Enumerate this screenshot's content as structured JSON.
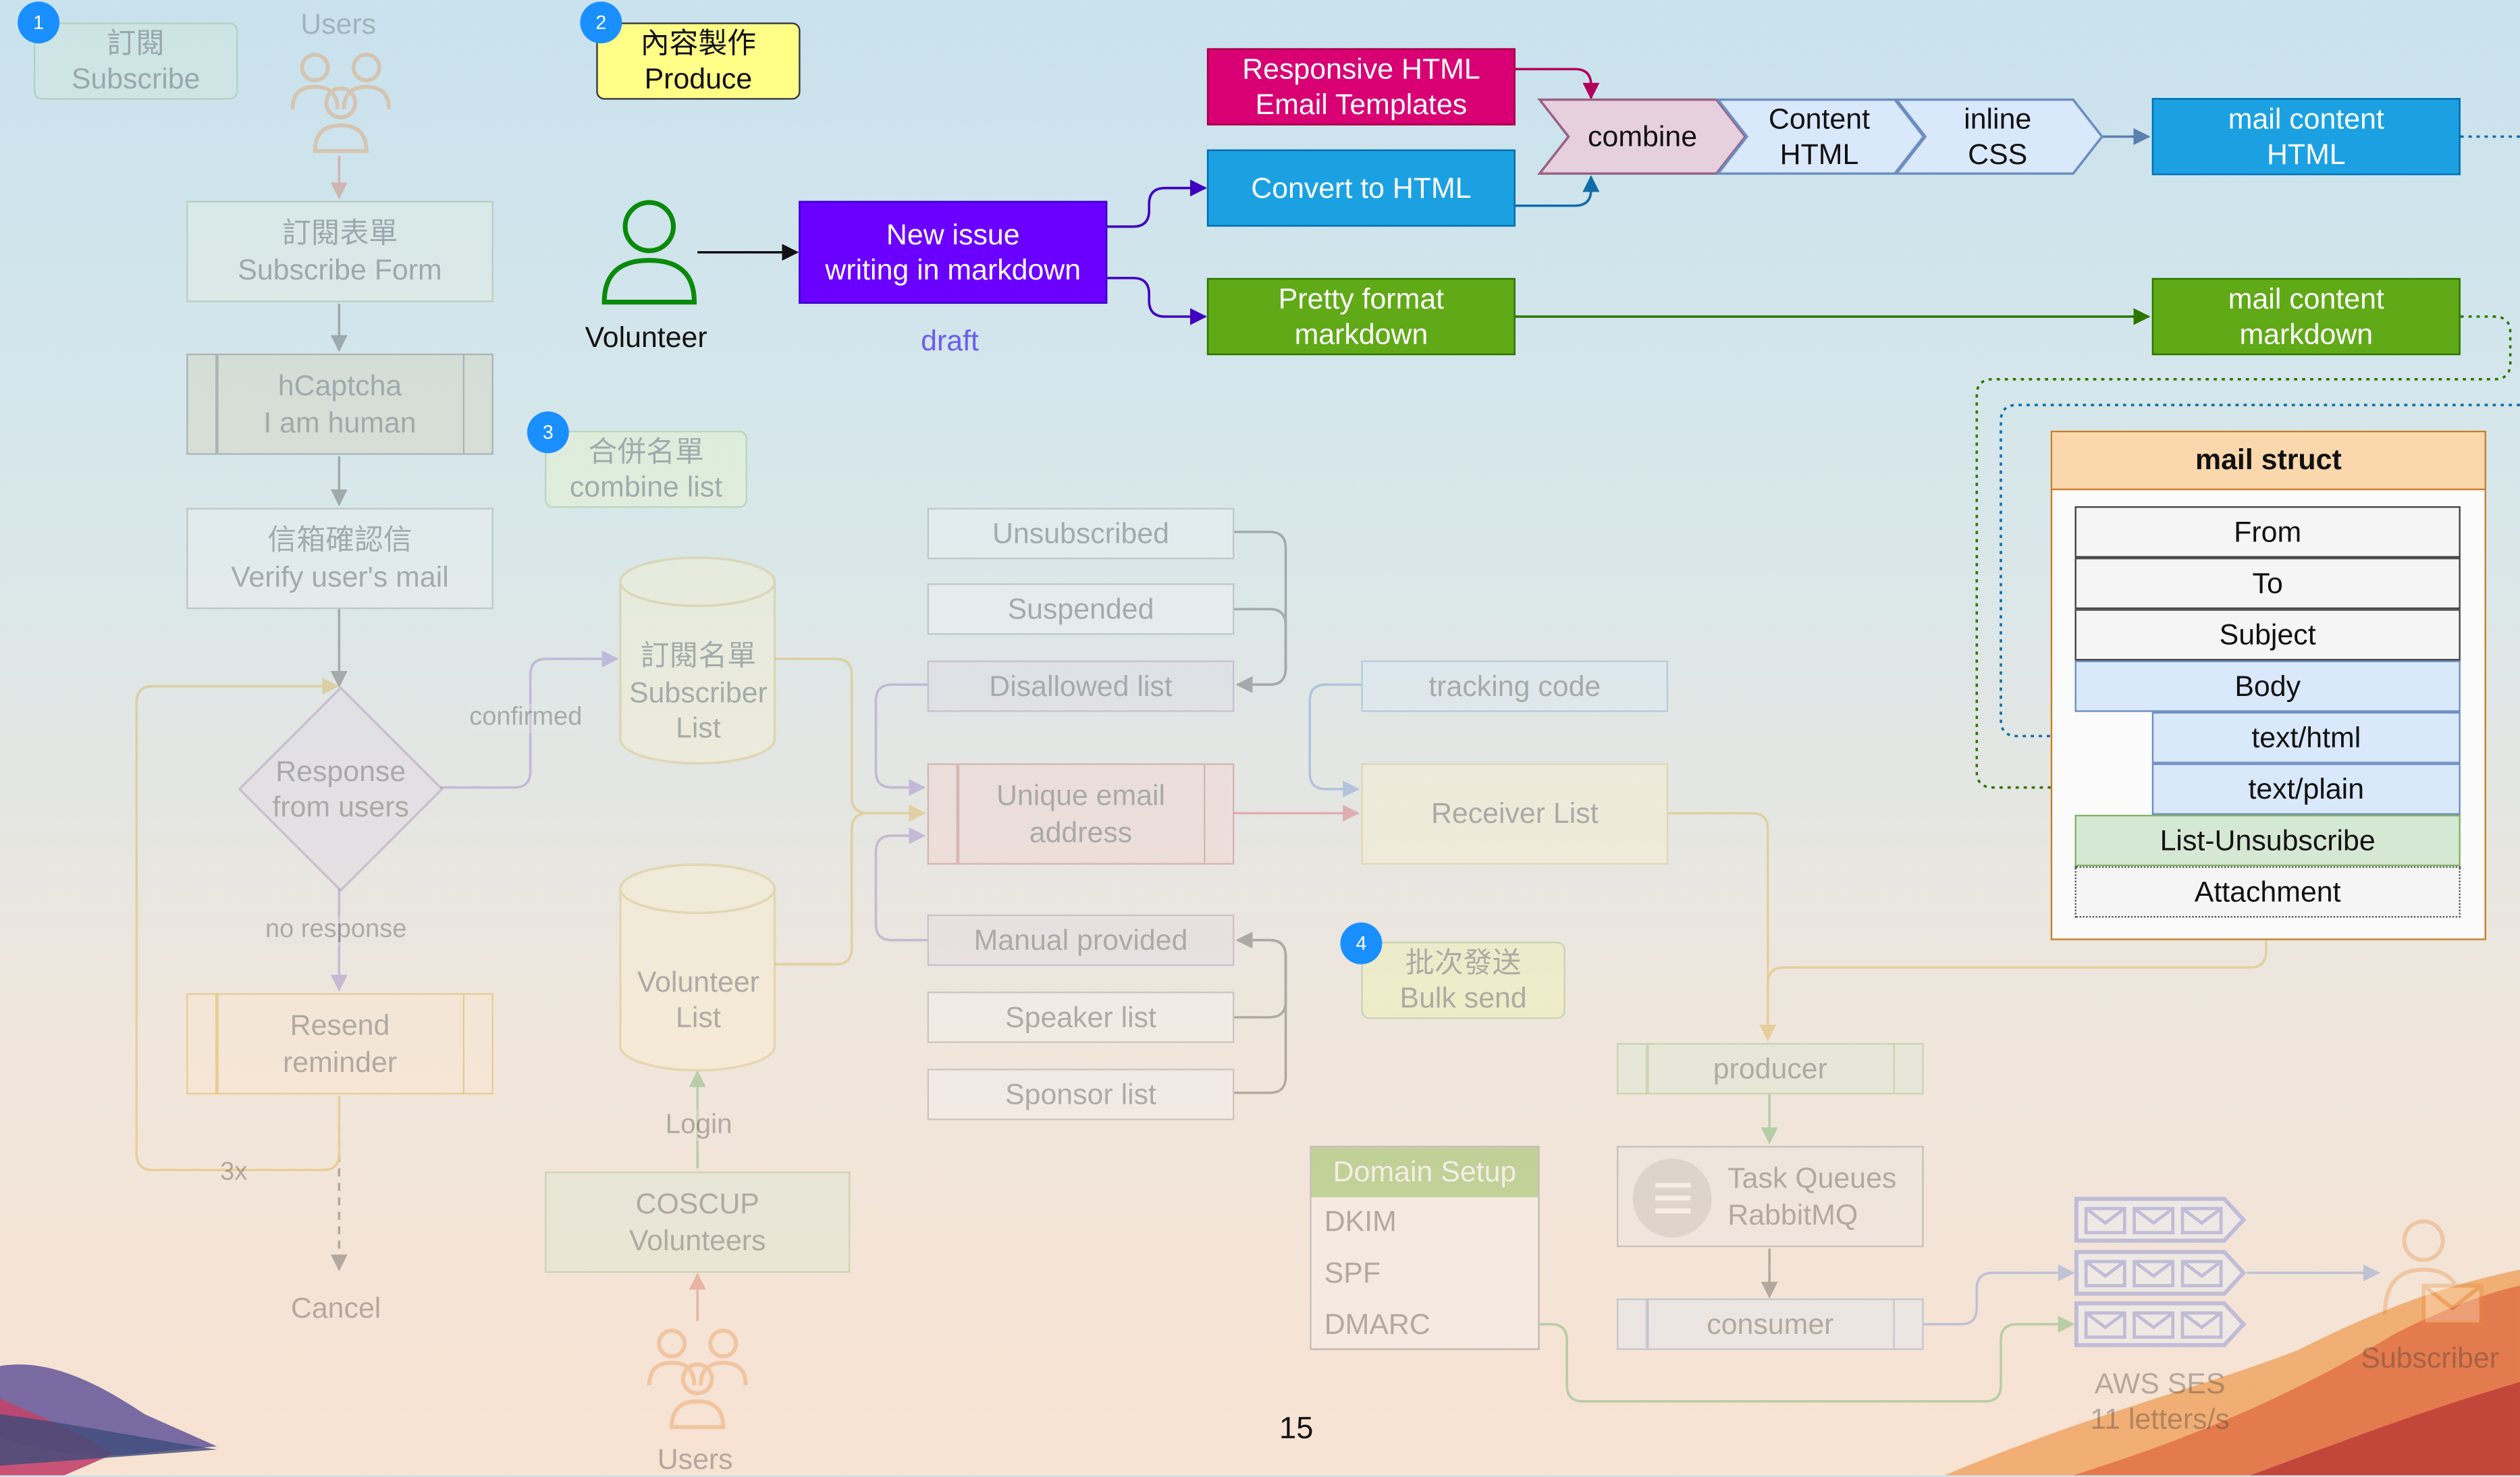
{
  "steps": {
    "s1": {
      "num": "1",
      "zh": "訂閱",
      "en": "Subscribe"
    },
    "s2": {
      "num": "2",
      "zh": "內容製作",
      "en": "Produce"
    },
    "s3": {
      "num": "3",
      "zh": "合併名單",
      "en": "combine list"
    },
    "s4": {
      "num": "4",
      "zh": "批次發送",
      "en": "Bulk send"
    }
  },
  "subscribe_flow": {
    "users_top": "Users",
    "form_zh": "訂閱表單",
    "form_en": "Subscribe Form",
    "captcha_1": "hCaptcha",
    "captcha_2": "I am human",
    "verify_zh": "信箱確認信",
    "verify_en": "Verify user's mail",
    "response_1": "Response",
    "response_2": "from users",
    "confirmed": "confirmed",
    "no_response": "no response",
    "resend_1": "Resend",
    "resend_2": "reminder",
    "retry": "3x",
    "cancel": "Cancel"
  },
  "lists": {
    "subscriber_zh": "訂閱名單",
    "subscriber_1": "Subscriber",
    "subscriber_2": "List",
    "volunteer_1": "Volunteer",
    "volunteer_2": "List",
    "login": "Login",
    "coscup_1": "COSCUP",
    "coscup_2": "Volunteers",
    "users_bottom": "Users",
    "unsubscribed": "Unsubscribed",
    "suspended": "Suspended",
    "disallowed": "Disallowed list",
    "unique_1": "Unique email",
    "unique_2": "address",
    "manual": "Manual provided",
    "speaker": "Speaker list",
    "sponsor": "Sponsor list",
    "tracking": "tracking code",
    "receiver": "Receiver List"
  },
  "produce_flow": {
    "volunteer": "Volunteer",
    "new_issue_1": "New issue",
    "new_issue_2": "writing in markdown",
    "draft": "draft",
    "responsive_1": "Responsive HTML",
    "responsive_2": "Email Templates",
    "convert": "Convert to HTML",
    "pretty_1": "Pretty format",
    "pretty_2": "markdown",
    "combine": "combine",
    "content_1": "Content",
    "content_2": "HTML",
    "inline_1": "inline",
    "inline_2": "CSS",
    "mail_html_1": "mail content",
    "mail_html_2": "HTML",
    "mail_md_1": "mail content",
    "mail_md_2": "markdown"
  },
  "mail_struct": {
    "title": "mail struct",
    "from": "From",
    "to": "To",
    "subject": "Subject",
    "body": "Body",
    "text_html": "text/html",
    "text_plain": "text/plain",
    "list_unsub": "List-Unsubscribe",
    "attachment": "Attachment"
  },
  "send_flow": {
    "producer": "producer",
    "task_1": "Task Queues",
    "task_2": "RabbitMQ",
    "consumer": "consumer",
    "domain_title": "Domain Setup",
    "dkim": "DKIM",
    "spf": "SPF",
    "dmarc": "DMARC",
    "ses_1": "AWS SES",
    "ses_2": "11 letters/s",
    "subscriber": "Subscriber"
  },
  "page_number": "15",
  "colors": {
    "purple": "#6a00ff",
    "magenta": "#d80073",
    "blue": "#1ba1e2",
    "green": "#60a917",
    "orange_header": "#fad7ac",
    "badge": "#1a8fff"
  }
}
